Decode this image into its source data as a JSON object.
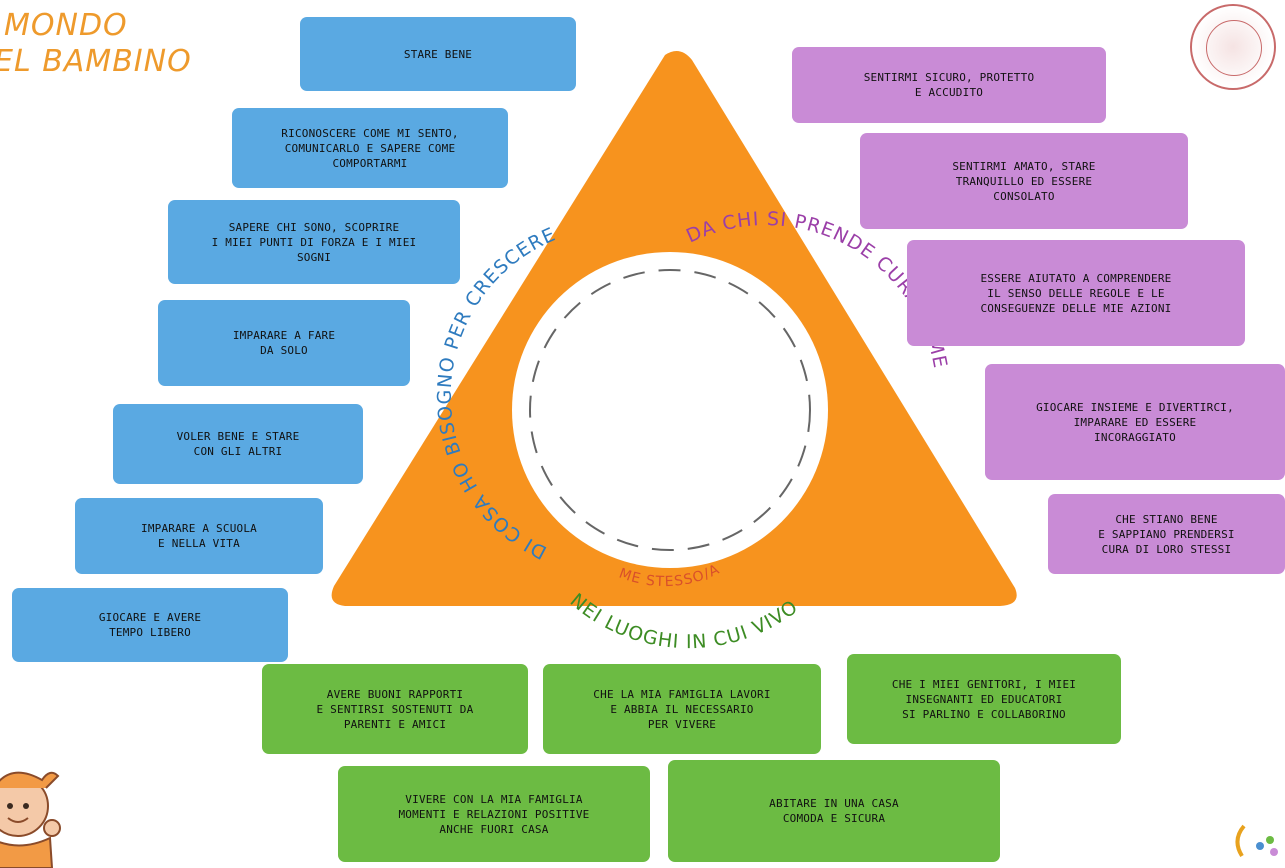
{
  "title": {
    "line1": "MONDO",
    "line2": "EL BAMBINO"
  },
  "center": {
    "arc_left": "DI COSA HO BISOGNO PER CRESCERE",
    "arc_right": "DA CHI SI PRENDE CURA DI ME",
    "arc_bottom": "NEI LUOGHI IN CUI VIVO",
    "core_label": "ME STESSO/A"
  },
  "colors": {
    "triangle": "#f7931e",
    "left_boxes": "#5aa9e2",
    "right_boxes": "#c98bd6",
    "bottom_boxes": "#6cbb43",
    "arc_left_text": "#2e7bbf",
    "arc_right_text": "#9b3fa8",
    "arc_bottom_text": "#3d8c24",
    "core_label_text": "#d9502a"
  },
  "left_boxes": [
    "STARE BENE",
    "RICONOSCERE COME MI SENTO,\nCOMUNICARLO E SAPERE COME\nCOMPORTARMI",
    "SAPERE CHI SONO, SCOPRIRE\nI MIEI PUNTI DI FORZA E I MIEI\nSOGNI",
    "IMPARARE A FARE\nDA SOLO",
    "VOLER BENE E STARE\nCON GLI ALTRI",
    "IMPARARE A SCUOLA\nE NELLA VITA",
    "GIOCARE E AVERE\nTEMPO LIBERO"
  ],
  "right_boxes": [
    "SENTIRMI SICURO, PROTETTO\nE ACCUDITO",
    "SENTIRMI AMATO, STARE\nTRANQUILLO ED ESSERE\nCONSOLATO",
    "ESSERE AIUTATO A COMPRENDERE\nIL SENSO DELLE REGOLE E LE\nCONSEGUENZE DELLE MIE AZIONI",
    "GIOCARE INSIEME E DIVERTIRCI,\nIMPARARE ED ESSERE\nINCORAGGIATO",
    "CHE STIANO BENE\nE SAPPIANO PRENDERSI\nCURA DI LORO STESSI"
  ],
  "bottom_boxes": [
    "AVERE BUONI RAPPORTI\nE SENTIRSI SOSTENUTI DA\nPARENTI E AMICI",
    "CHE LA MIA FAMIGLIA LAVORI\nE ABBIA IL NECESSARIO\nPER VIVERE",
    "CHE I MIEI GENITORI, I MIEI\nINSEGNANTI ED EDUCATORI\nSI PARLINO E COLLABORINO",
    "VIVERE CON LA MIA FAMIGLIA\nMOMENTI E RELAZIONI POSITIVE\nANCHE FUORI CASA",
    "ABITARE IN UNA CASA\nCOMODA E SICURA"
  ]
}
